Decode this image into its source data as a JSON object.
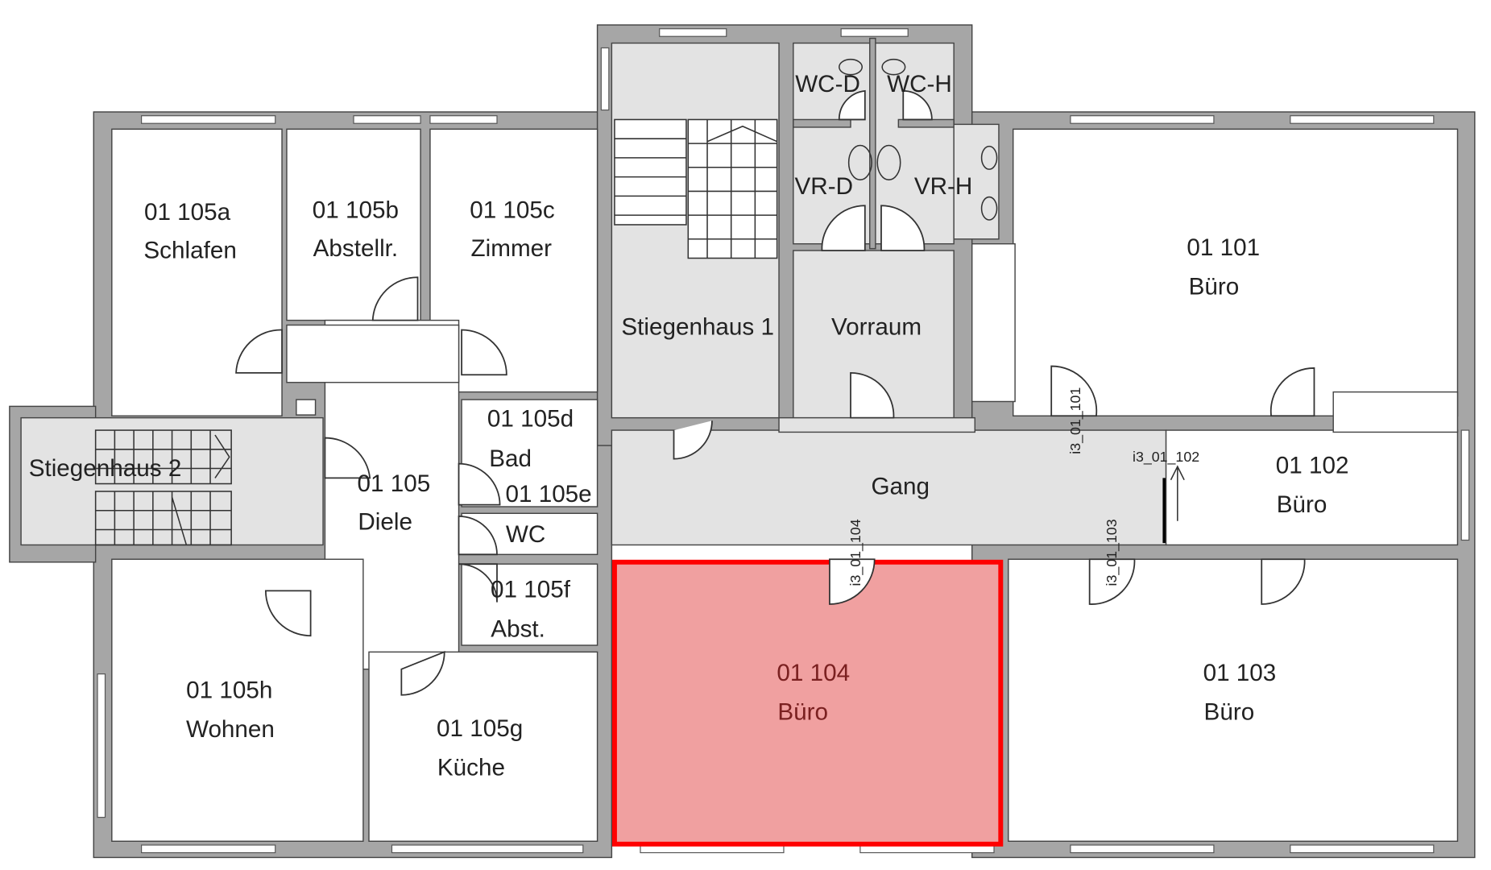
{
  "colors": {
    "wall": "#a6a6a6",
    "circulation": "#e3e3e3",
    "selected_fill": "#f0a0a0",
    "selected_outline": "#ff0000"
  },
  "selected_room": "01 104",
  "rooms": {
    "r105a": {
      "number": "01 105a",
      "name": "Schlafen"
    },
    "r105b": {
      "number": "01 105b",
      "name": "Abstellr."
    },
    "r105c": {
      "number": "01 105c",
      "name": "Zimmer"
    },
    "r105": {
      "number": "01 105",
      "name": "Diele"
    },
    "r105d": {
      "number": "01 105d",
      "name": "Bad"
    },
    "r105e": {
      "number": "01 105e",
      "name": "WC"
    },
    "r105f": {
      "number": "01 105f",
      "name": "Abst."
    },
    "r105g": {
      "number": "01 105g",
      "name": "Küche"
    },
    "r105h": {
      "number": "01 105h",
      "name": "Wohnen"
    },
    "stair1": {
      "name": "Stiegenhaus 1"
    },
    "stair2": {
      "name": "Stiegenhaus 2"
    },
    "vorraum": {
      "name": "Vorraum"
    },
    "wcd": {
      "name": "WC-D"
    },
    "wch": {
      "name": "WC-H"
    },
    "vrd": {
      "name": "VR-D"
    },
    "vrh": {
      "name": "VR-H"
    },
    "gang": {
      "name": "Gang"
    },
    "r101": {
      "number": "01 101",
      "name": "Büro"
    },
    "r102": {
      "number": "01 102",
      "name": "Büro"
    },
    "r103": {
      "number": "01 103",
      "name": "Büro"
    },
    "r104": {
      "number": "01 104",
      "name": "Büro"
    }
  },
  "doors": {
    "d101": "i3_01_101",
    "d102": "i3_01_102",
    "d103": "i3_01_103",
    "d104": "i3_01_104"
  }
}
